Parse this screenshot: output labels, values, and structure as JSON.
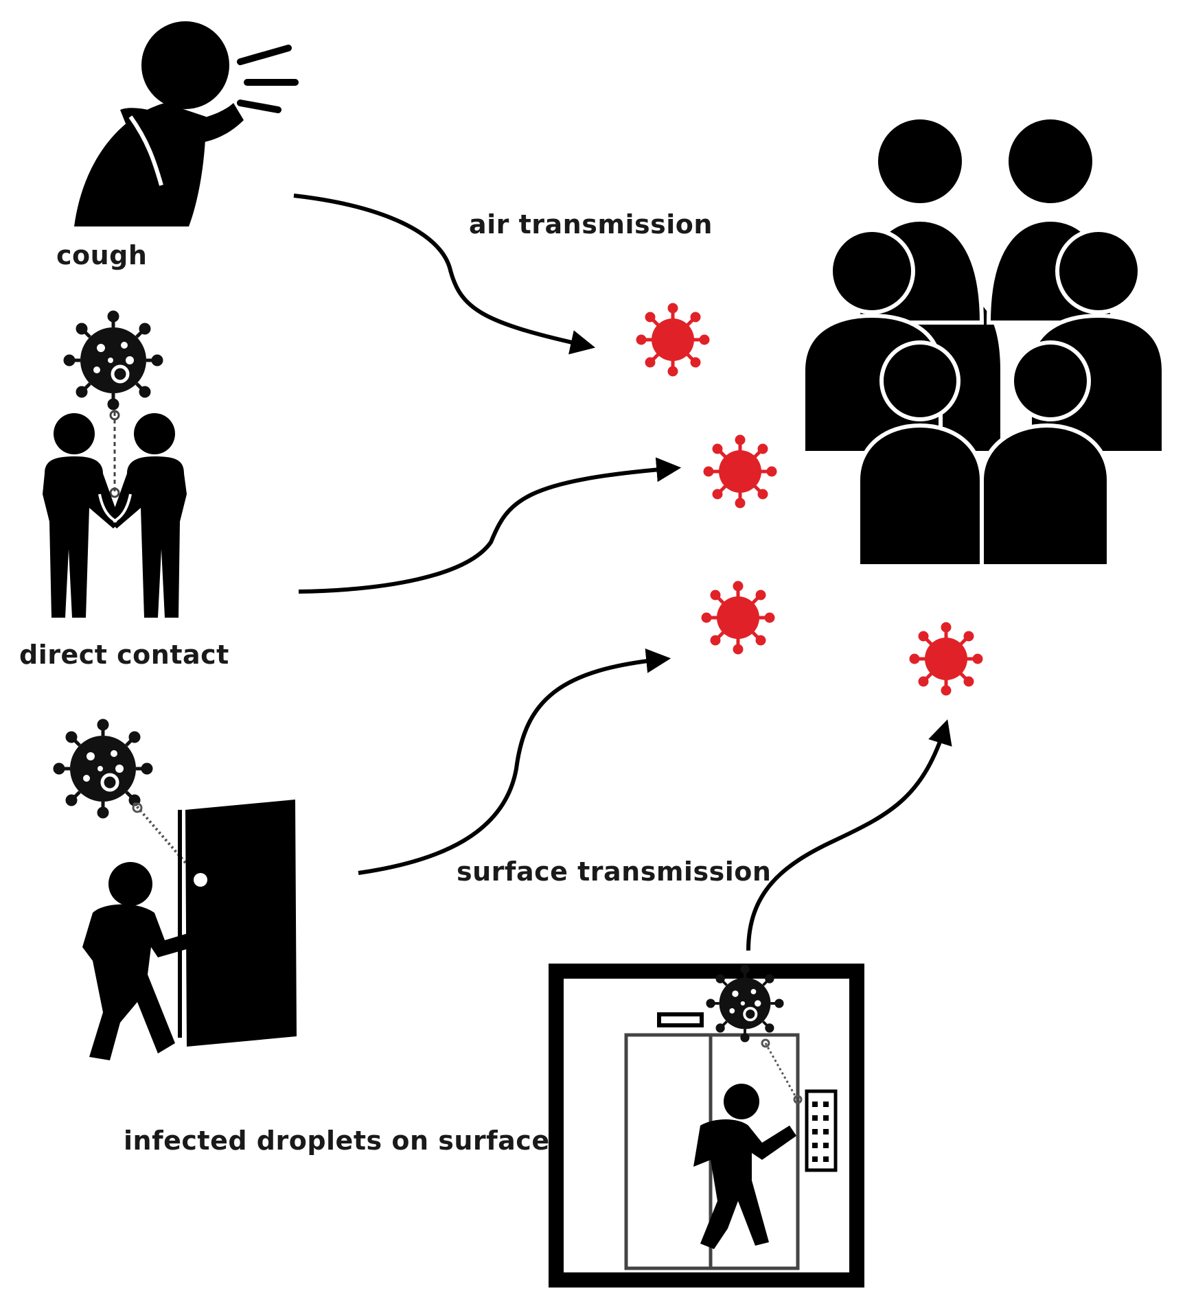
{
  "labels": {
    "cough": "cough",
    "direct_contact": "direct contact",
    "infected_droplets": "infected droplets on surface",
    "air_transmission": "air transmission",
    "surface_transmission": "surface transmission"
  },
  "colors": {
    "ink": "#000000",
    "virus_red": "#e02228",
    "virus_dark": "#111111"
  },
  "icons": {
    "cough": "person-coughing-icon",
    "handshake": "handshake-icon",
    "door": "person-opening-door-icon",
    "elevator": "person-in-elevator-icon",
    "crowd": "crowd-of-people-icon",
    "virus": "virus-icon"
  }
}
